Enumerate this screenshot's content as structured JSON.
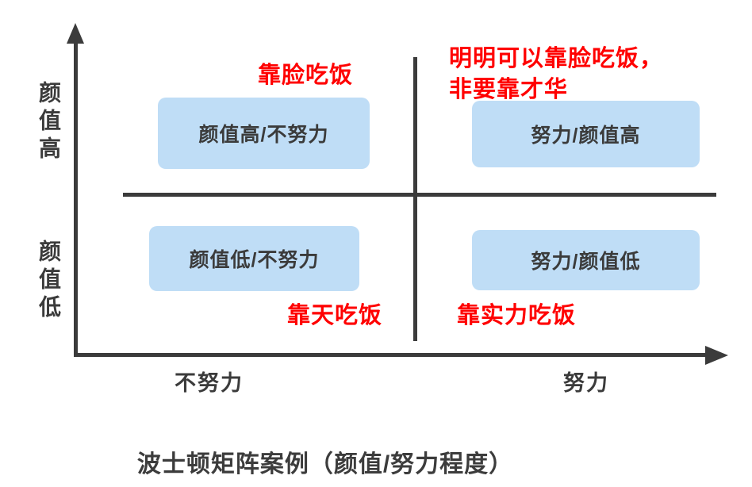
{
  "title": "波士顿矩阵案例（颜值/努力程度）",
  "colors": {
    "line": "#3b3b3b",
    "box_background": "#bfddf6",
    "box_text": "#3b3b3b",
    "annotation": "#ff0000",
    "background": "#ffffff"
  },
  "axes": {
    "y_top_label": "颜值高",
    "y_bottom_label": "颜值低",
    "x_left_label": "不努力",
    "x_right_label": "努力"
  },
  "quadrants": {
    "top_left": {
      "box_label": "颜值高/不努力",
      "annotation": "靠脸吃饭"
    },
    "top_right": {
      "box_label": "努力/颜值高",
      "annotation_line1": "明明可以靠脸吃饭，",
      "annotation_line2": "非要靠才华"
    },
    "bottom_left": {
      "box_label": "颜值低/不努力",
      "annotation": "靠天吃饭"
    },
    "bottom_right": {
      "box_label": "努力/颜值低",
      "annotation": "靠实力吃饭"
    }
  }
}
